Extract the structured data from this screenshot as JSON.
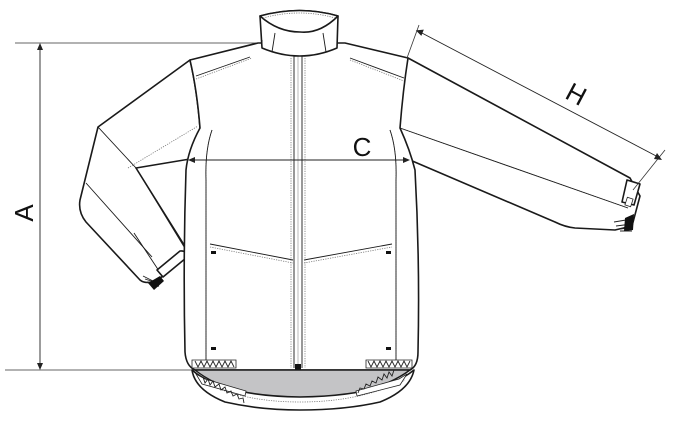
{
  "diagram": {
    "subject": "jacket technical flat sketch with measurement points",
    "measurements": [
      {
        "id": "A",
        "label": "A",
        "meaning": "body length",
        "orientation": "vertical"
      },
      {
        "id": "C",
        "label": "C",
        "meaning": "chest width",
        "orientation": "horizontal"
      },
      {
        "id": "H",
        "label": "H",
        "meaning": "sleeve length",
        "orientation": "diagonal"
      }
    ],
    "colors": {
      "line": "#1a1a1a",
      "stitch": "#777777",
      "hem_fill": "#c4c4c6",
      "background": "#ffffff"
    }
  }
}
